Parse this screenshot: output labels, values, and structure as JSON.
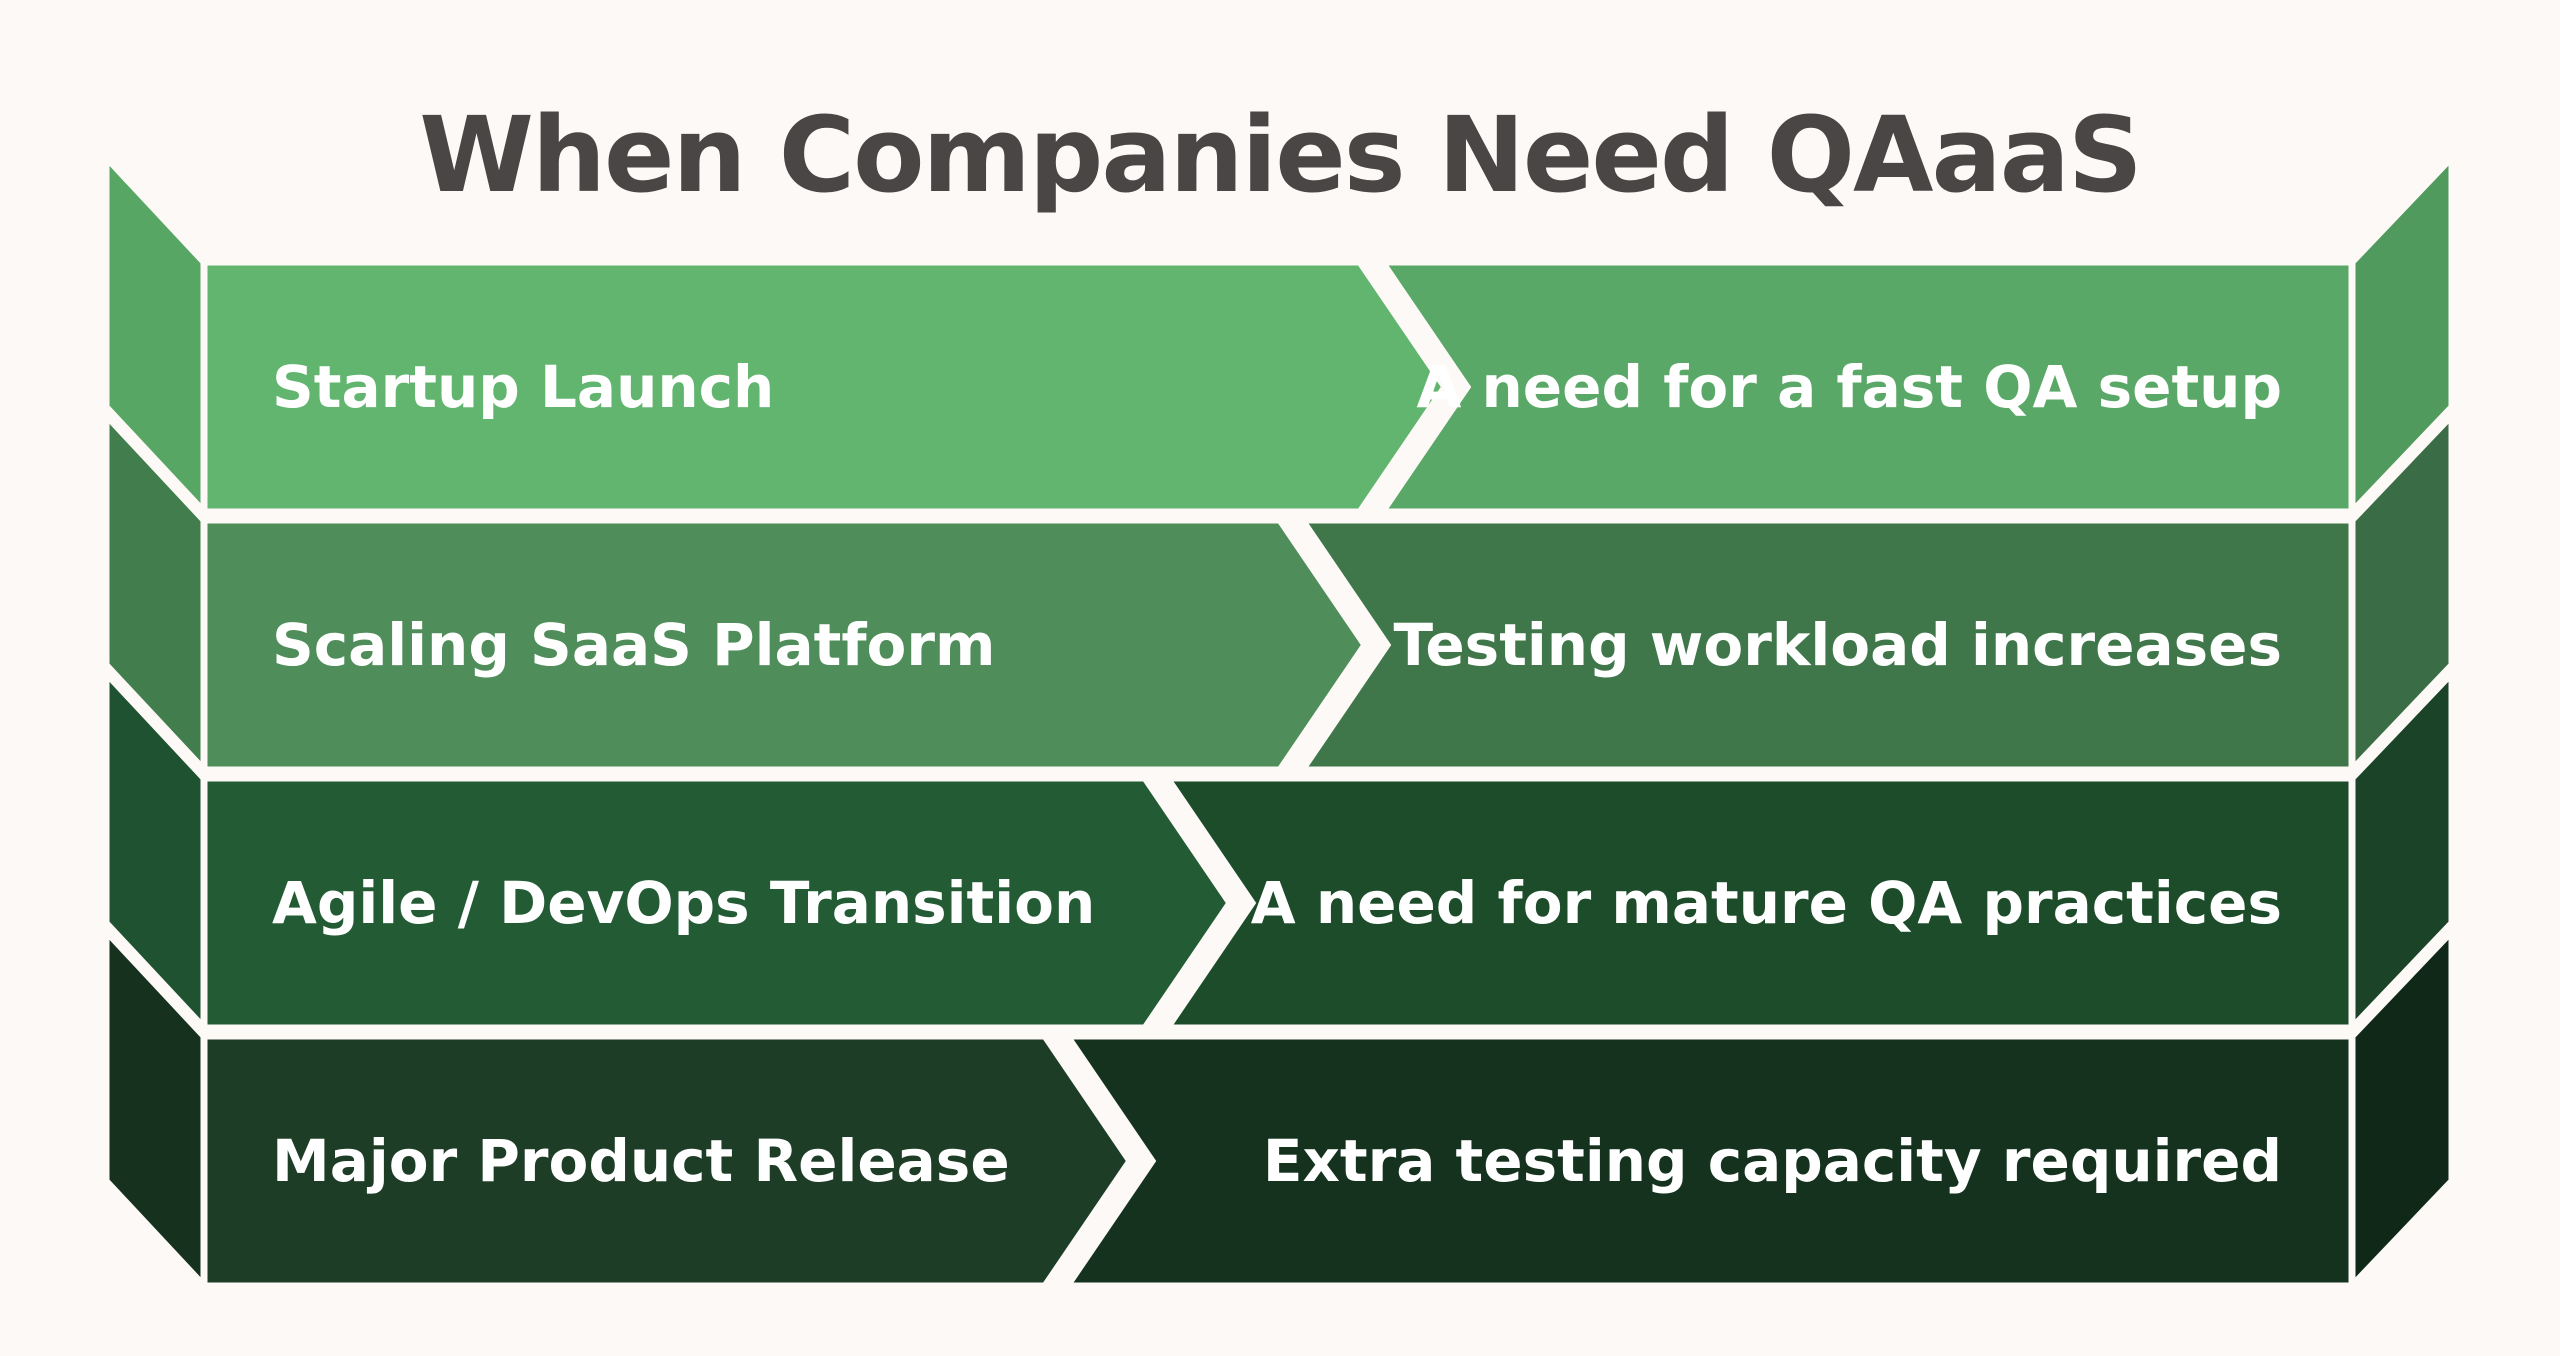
{
  "title": "When Companies Need QAaaS",
  "rows": [
    {
      "left_label": "Startup Launch",
      "right_label": "A need for a fast QA setup",
      "colors": {
        "left": "#62b56f",
        "right": "#5aa867",
        "side_left": "#57a663",
        "side_right": "#4f9a5c"
      }
    },
    {
      "left_label": "Scaling SaaS Platform",
      "right_label": "Testing workload increases",
      "colors": {
        "left": "#4f8d5a",
        "right": "#3f774a",
        "side_left": "#427d4d",
        "side_right": "#3a6d45"
      }
    },
    {
      "left_label": "Agile / DevOps Transition",
      "right_label": "A need for mature QA practices",
      "colors": {
        "left": "#225b34",
        "right": "#1d4c2b",
        "side_left": "#1f5230",
        "side_right": "#1a4328"
      }
    },
    {
      "left_label": "Major Product Release",
      "right_label": "Extra testing capacity required",
      "colors": {
        "left": "#1d3d26",
        "right": "#15321e",
        "side_left": "#16321e",
        "side_right": "#102818"
      }
    }
  ]
}
